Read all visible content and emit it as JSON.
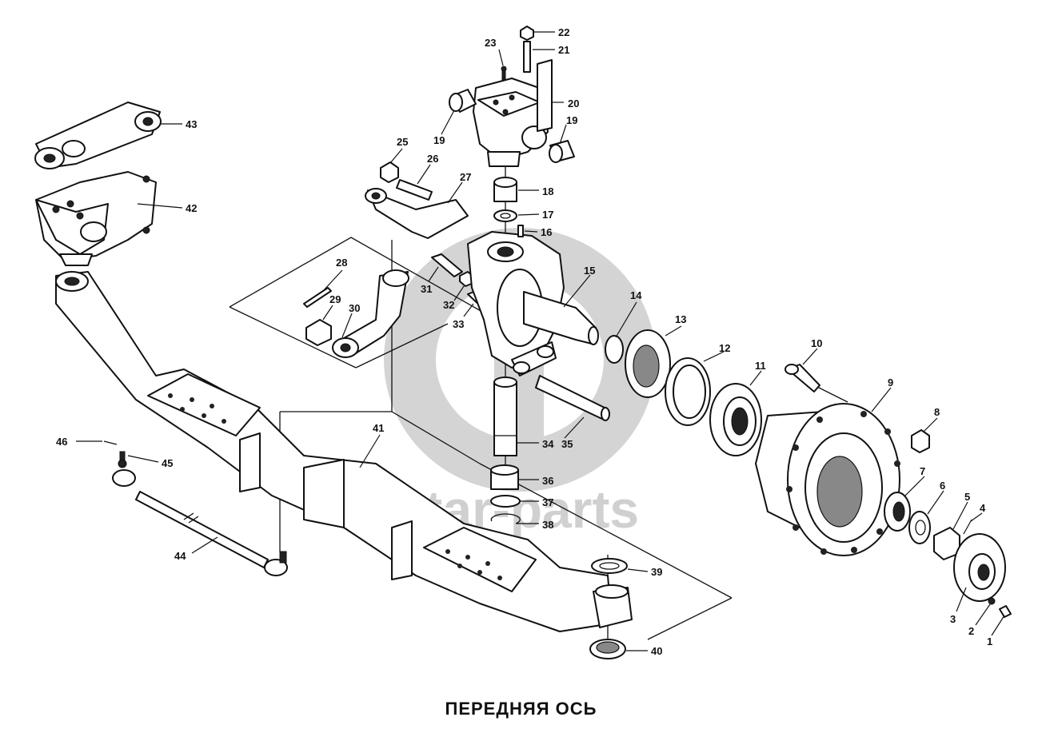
{
  "caption": "ПЕРЕДНЯЯ ОСЬ",
  "watermark": "matar-parts",
  "callouts": [
    "1",
    "2",
    "3",
    "4",
    "5",
    "6",
    "7",
    "8",
    "9",
    "10",
    "11",
    "12",
    "13",
    "14",
    "15",
    "16",
    "17",
    "18",
    "19",
    "19",
    "20",
    "21",
    "22",
    "23",
    "25",
    "26",
    "27",
    "28",
    "29",
    "30",
    "31",
    "32",
    "33",
    "34",
    "35",
    "36",
    "37",
    "38",
    "39",
    "40",
    "41",
    "42",
    "43",
    "44",
    "45",
    "46"
  ]
}
